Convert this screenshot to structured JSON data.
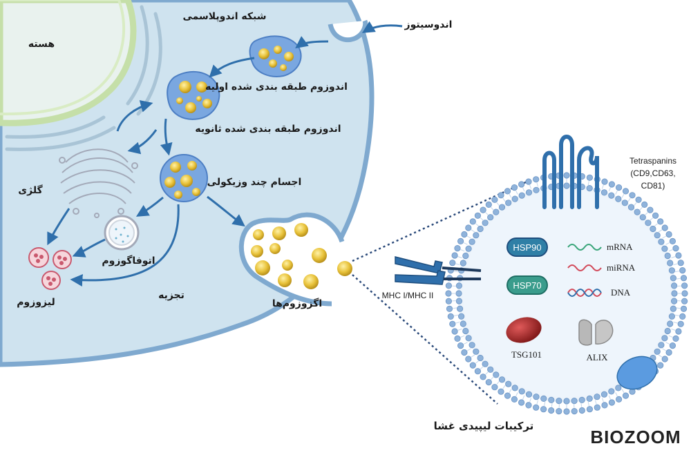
{
  "labels": {
    "nucleus": "هسته",
    "er": "شبکه اندوپلاسمی",
    "endocytosis": "اندوسیتوز",
    "early_endosome": "اندوزوم طبقه بندی شده اولیه",
    "late_endosome": "اندوزوم طبقه بندی شده ثانویه",
    "mvb": "اجسام چند وزیکولی",
    "golgi": "گلژی",
    "autophagosome": "اتوفاگوزوم",
    "degradation": "تجزیه",
    "lysosome": "لیزوزوم",
    "exosomes": "اگزوزوم‌ها",
    "lipid_membrane": "ترکیبات لیپیدی غشا"
  },
  "exosome": {
    "tetraspanins_title": "Tetraspanins",
    "tetraspanins_line2": "(CD9,CD63,",
    "tetraspanins_line3": "CD81)",
    "mhc": "MHC I/MHC II",
    "hsp90": "HSP90",
    "hsp70": "HSP70",
    "mrna": "mRNA",
    "mirna": "miRNA",
    "dna": "DNA",
    "tsg101": "TSG101",
    "alix": "ALIX"
  },
  "logo": {
    "text": "BIOZOOM"
  },
  "colors": {
    "cytoplasm": "#cfe3ef",
    "membrane": "#7fa9cf",
    "vesicle_fill": "#7aa7e0",
    "cargo": "#e8c23a",
    "arrow": "#2f6fab",
    "hsp": "#2f7fa6",
    "rna_green": "#3aa57a",
    "rna_red": "#d24a5a",
    "tsg101": "#b02a2a",
    "alix": "#b8b8b8"
  }
}
